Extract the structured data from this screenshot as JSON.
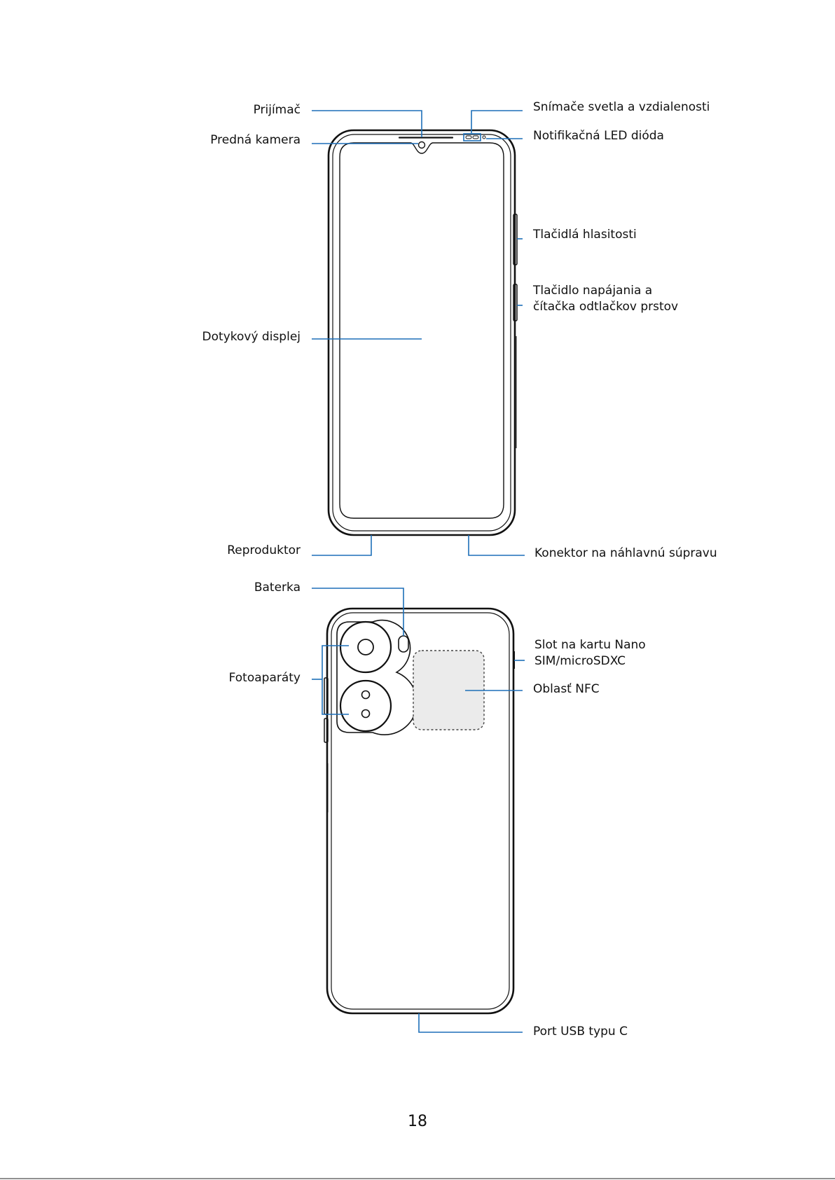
{
  "front_labels": {
    "receiver": "Prijímač",
    "front_camera": "Predná kamera",
    "touch_display": "Dotykový displej",
    "speaker": "Reproduktor",
    "light_proximity_sensors": "Snímače svetla a vzdialenosti",
    "notification_led": "Notifikačná LED dióda",
    "volume_buttons": "Tlačidlá hlasitosti",
    "power_button_line1": "Tlačidlo napájania a",
    "power_button_line2": "čítačka odtlačkov prstov",
    "headset_jack": "Konektor na náhlavnú súpravu"
  },
  "back_labels": {
    "flash": "Baterka",
    "cameras": "Fotoaparáty",
    "sim_slot_line1": "Slot na kartu Nano",
    "sim_slot_line2": "SIM/microSDXC",
    "nfc_area": "Oblasť NFC",
    "usb_port": "Port USB typu C"
  },
  "page_number": "18",
  "colors": {
    "leader": "#1d6fb8",
    "outline": "#111111",
    "nfc_fill": "#ebebeb"
  }
}
